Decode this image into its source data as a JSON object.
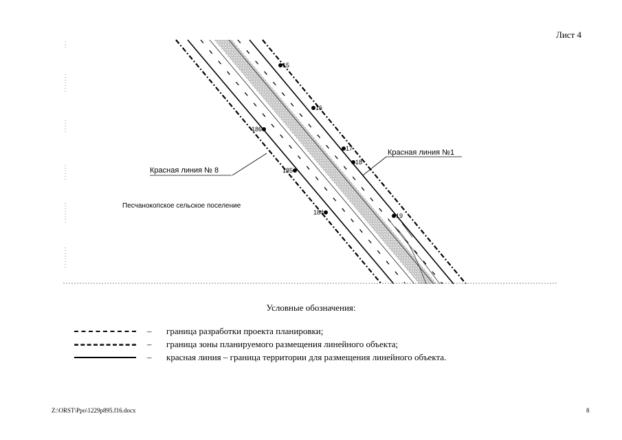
{
  "sheet": {
    "label": "Лист 4"
  },
  "map": {
    "labels": {
      "red_line_8": "Красная линия № 8",
      "red_line_1": "Красная линия №1",
      "settlement": "Песчанокопское сельское поселение"
    },
    "points": [
      "15",
      "16",
      "17",
      "18",
      "19",
      "184",
      "185",
      "186"
    ]
  },
  "legend": {
    "title": "Условные обозначения:",
    "items": [
      {
        "dash": "–",
        "text": "граница разработки проекта планировки;"
      },
      {
        "dash": "–",
        "text": "граница зоны планируемого размещения линейного объекта;"
      },
      {
        "dash": "–",
        "text": "красная линия – граница территории для размещения линейного объекта."
      }
    ]
  },
  "footer": {
    "path": "Z:\\ORST\\Ppo\\1229p895.f16.docx",
    "page": "8"
  }
}
